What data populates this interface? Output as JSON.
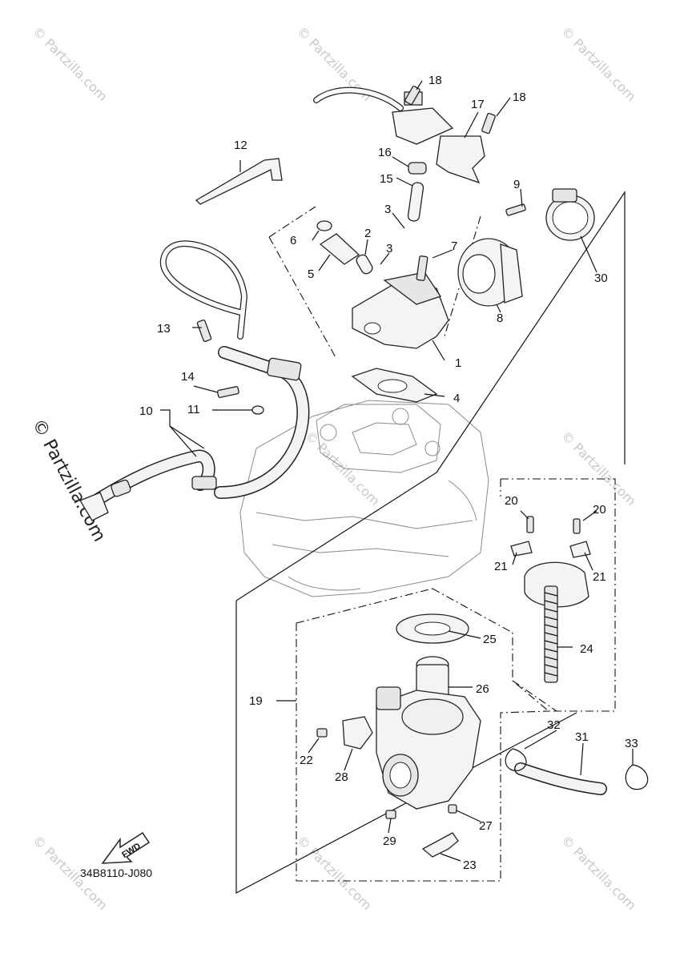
{
  "diagram_code": "34B8110-J080",
  "fwd_label": "FWD",
  "watermark": "© Partzilla.com",
  "callouts": {
    "n1": "1",
    "n2": "2",
    "n3a": "3",
    "n3b": "3",
    "n4": "4",
    "n5": "5",
    "n6": "6",
    "n7": "7",
    "n8": "8",
    "n9": "9",
    "n10": "10",
    "n11": "11",
    "n12": "12",
    "n13": "13",
    "n14": "14",
    "n15": "15",
    "n16": "16",
    "n17": "17",
    "n18a": "18",
    "n18b": "18",
    "n19": "19",
    "n20a": "20",
    "n20b": "20",
    "n21a": "21",
    "n21b": "21",
    "n22": "22",
    "n23": "23",
    "n24": "24",
    "n25": "25",
    "n26": "26",
    "n27": "27",
    "n28": "28",
    "n29": "29",
    "n30": "30",
    "n31": "31",
    "n32": "32",
    "n33": "33"
  }
}
